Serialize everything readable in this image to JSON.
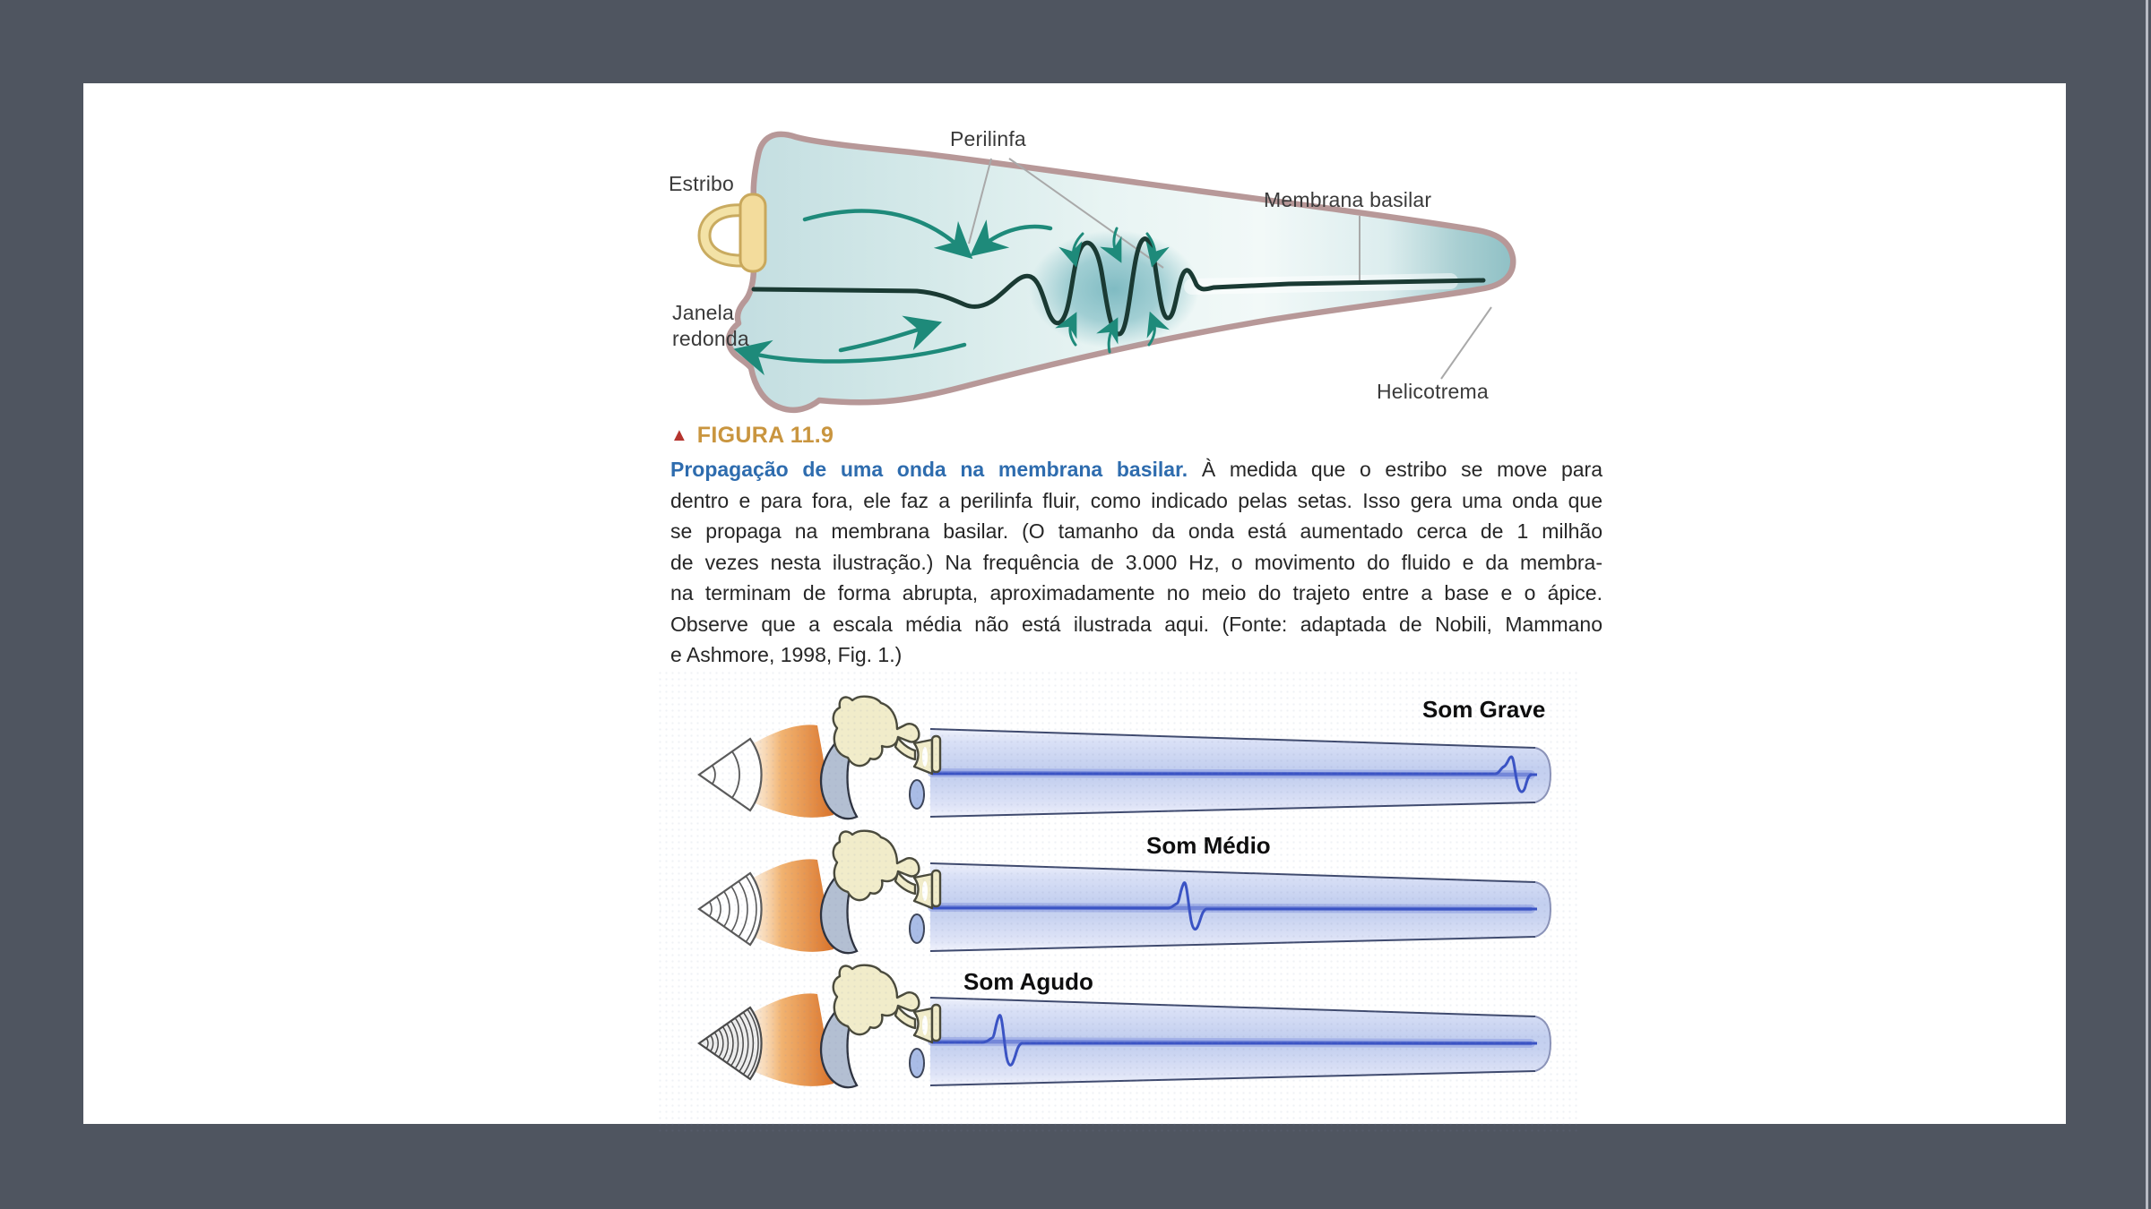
{
  "window": {
    "background": "#4f5560",
    "page_background": "#ffffff"
  },
  "figure_top": {
    "labels": {
      "perilinfa": "Perilinfa",
      "estribo": "Estribo",
      "membrana_basilar": "Membrana basilar",
      "janela_line1": "Janela",
      "janela_line2": "redonda",
      "helicotrema": "Helicotrema"
    }
  },
  "caption": {
    "marker": "▲",
    "figure_number": "FIGURA 11.9",
    "title_bold": "Propagação de uma onda na membrana basilar.",
    "line1_rest": "À medida que o estribo se move para",
    "lines": [
      "dentro e para fora, ele faz a perilinfa fluir, como indicado pelas setas. Isso gera uma onda que",
      "se propaga na membrana basilar. (O tamanho da onda está aumentado cerca de 1 milhão",
      "de vezes nesta ilustração.) Na frequência de 3.000 Hz, o movimento do fluido e da membra-",
      "na terminam de forma abrupta, aproximadamente no meio do trajeto entre a base e o ápice.",
      "Observe que a escala média não está ilustrada aqui. (Fonte: adaptada de Nobili, Mammano",
      "e Ashmore, 1998, Fig. 1.)"
    ]
  },
  "figure_bottom": {
    "rows": [
      {
        "label": "Som Grave"
      },
      {
        "label": "Som Médio"
      },
      {
        "label": "Som Agudo"
      }
    ]
  },
  "colors": {
    "figure_number": "#c9953f",
    "marker_red": "#b5342e",
    "title_blue": "#2e6cae",
    "body_text": "#262626",
    "cochlea_outline": "#b79898",
    "cochlea_fluid": "#c9e2e4",
    "arrow_teal": "#1e8a7a",
    "membrane_dark": "#1a3a33",
    "strip_blue": "#c4cfef",
    "wave_blue": "#3a53c4",
    "beam_orange": "#dd7c2e",
    "bone_cream": "#f1ecca"
  }
}
